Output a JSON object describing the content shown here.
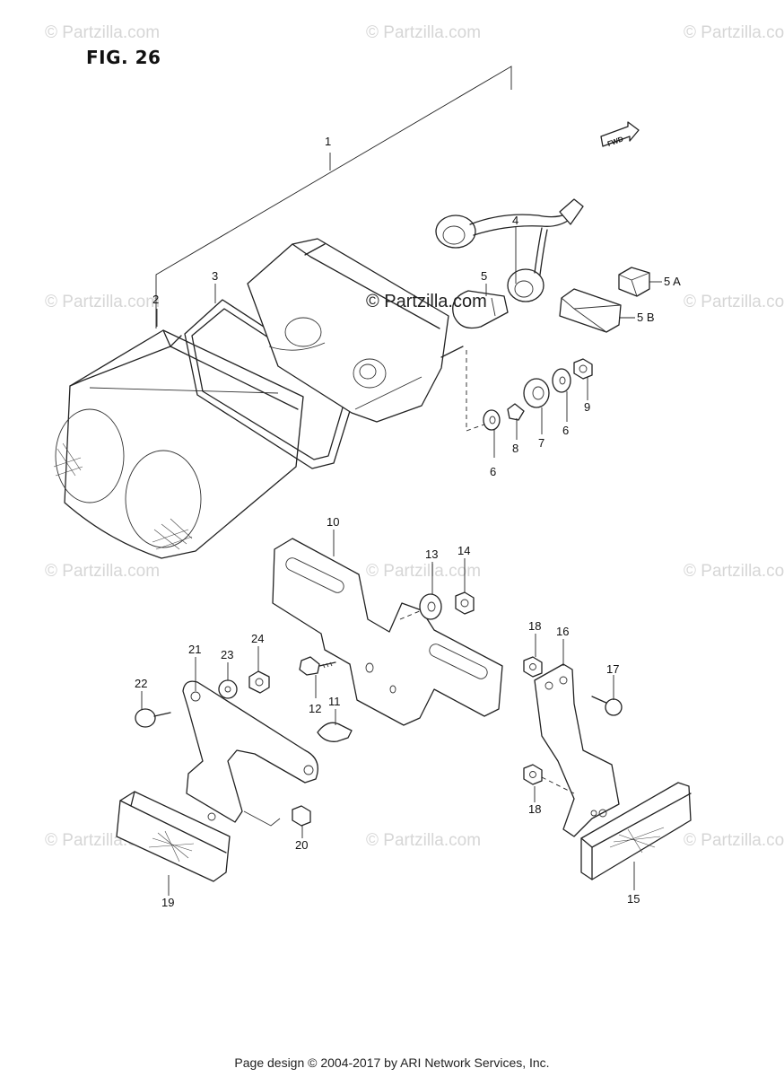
{
  "figure": {
    "title": "FIG. 26"
  },
  "watermark": {
    "text": "© Partzilla.com",
    "center_text": "© Partzilla.com"
  },
  "fwd_label": "FWD",
  "footer": {
    "text": "Page design © 2004-2017 by ARI Network Services, Inc."
  },
  "callouts": [
    {
      "id": "c1",
      "label": "1"
    },
    {
      "id": "c2",
      "label": "2"
    },
    {
      "id": "c3",
      "label": "3"
    },
    {
      "id": "c4",
      "label": "4"
    },
    {
      "id": "c5",
      "label": "5"
    },
    {
      "id": "c5a",
      "label": "5 A"
    },
    {
      "id": "c5b",
      "label": "5 B"
    },
    {
      "id": "c6a",
      "label": "6"
    },
    {
      "id": "c6b",
      "label": "6"
    },
    {
      "id": "c7",
      "label": "7"
    },
    {
      "id": "c8",
      "label": "8"
    },
    {
      "id": "c9",
      "label": "9"
    },
    {
      "id": "c10",
      "label": "10"
    },
    {
      "id": "c11",
      "label": "11"
    },
    {
      "id": "c12",
      "label": "12"
    },
    {
      "id": "c13",
      "label": "13"
    },
    {
      "id": "c14",
      "label": "14"
    },
    {
      "id": "c15",
      "label": "15"
    },
    {
      "id": "c16",
      "label": "16"
    },
    {
      "id": "c17",
      "label": "17"
    },
    {
      "id": "c18a",
      "label": "18"
    },
    {
      "id": "c18b",
      "label": "18"
    },
    {
      "id": "c19",
      "label": "19"
    },
    {
      "id": "c20",
      "label": "20"
    },
    {
      "id": "c21",
      "label": "21"
    },
    {
      "id": "c22",
      "label": "22"
    },
    {
      "id": "c23",
      "label": "23"
    },
    {
      "id": "c24",
      "label": "24"
    }
  ]
}
